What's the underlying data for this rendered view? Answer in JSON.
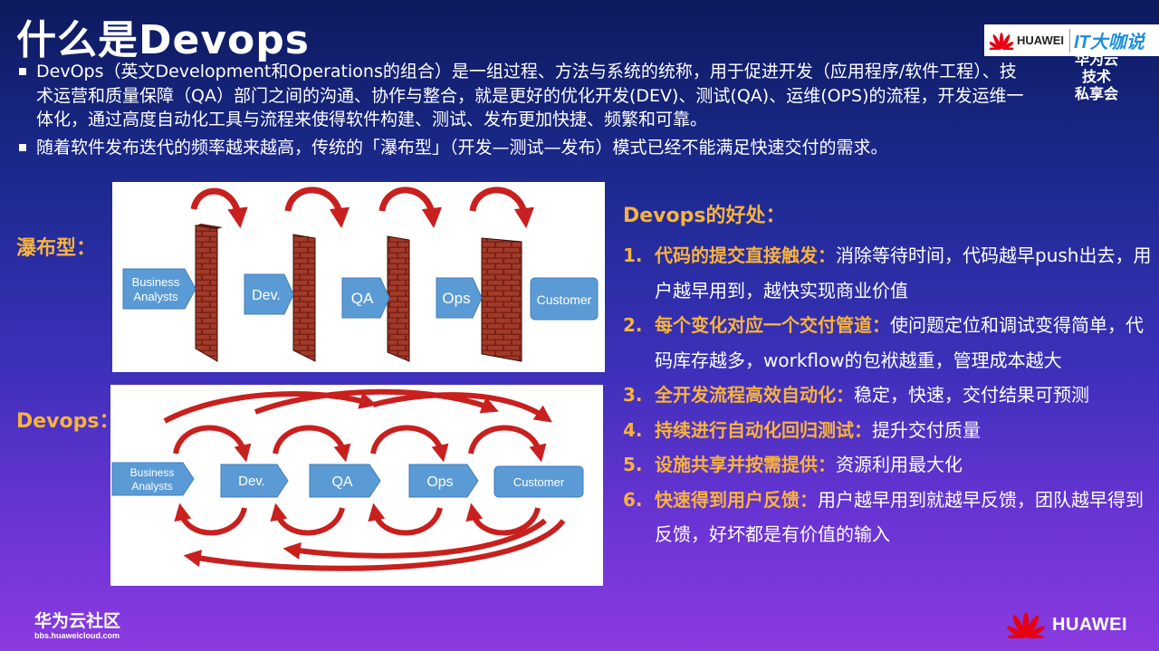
{
  "title": "什么是Devops",
  "logo": {
    "brand": "HUAWEI",
    "it_text": "IT大咖说"
  },
  "badge": {
    "line1": "华为云",
    "line2": "技术",
    "line3": "私享会"
  },
  "bullets": [
    "DevOps（英文Development和Operations的组合）是一组过程、方法与系统的统称，用于促进开发（应用程序/软件工程）、技术运营和质量保障（QA）部门之间的沟通、协作与整合，就是更好的优化开发(DEV)、测试(QA)、运维(OPS)的流程，开发运维一体化，通过高度自动化工具与流程来使得软件构建、测试、发布更加快捷、频繁和可靠。",
    "随着软件发布迭代的频率越来越高，传统的「瀑布型」（开发—测试—发布）模式已经不能满足快速交付的需求。"
  ],
  "waterfall": {
    "label": "瀑布型：",
    "stages": [
      {
        "line1": "Business",
        "line2": "Analysts"
      },
      {
        "line1": "Dev.",
        "line2": ""
      },
      {
        "line1": "QA",
        "line2": ""
      },
      {
        "line1": "Ops",
        "line2": ""
      },
      {
        "line1": "Customer",
        "line2": ""
      }
    ]
  },
  "devops": {
    "label": "Devops：",
    "stages": [
      {
        "line1": "Business",
        "line2": "Analysts"
      },
      {
        "line1": "Dev.",
        "line2": ""
      },
      {
        "line1": "QA",
        "line2": ""
      },
      {
        "line1": "Ops",
        "line2": ""
      },
      {
        "line1": "Customer",
        "line2": ""
      }
    ]
  },
  "benefits": {
    "title": "Devops的好处：",
    "items": [
      {
        "num": "1.",
        "head": "代码的提交直接触发：",
        "text": "消除等待时间，代码越早push出去，用户越早用到，越快实现商业价值"
      },
      {
        "num": "2.",
        "head": "每个变化对应一个交付管道：",
        "text": "使问题定位和调试变得简单，代码库存越多，workflow的包袱越重，管理成本越大"
      },
      {
        "num": "3.",
        "head": "全开发流程高效自动化：",
        "text": "稳定，快速，交付结果可预测"
      },
      {
        "num": "4.",
        "head": "持续进行自动化回归测试：",
        "text": "提升交付质量"
      },
      {
        "num": "5.",
        "head": "设施共享并按需提供：",
        "text": "资源利用最大化"
      },
      {
        "num": "6.",
        "head": "快速得到用户反馈：",
        "text": "用户越早用到就越早反馈，团队越早得到反馈，好坏都是有价值的输入"
      }
    ]
  },
  "footer": {
    "community": "华为云社区",
    "url": "bbs.huaweicloud.com",
    "brand": "HUAWEI"
  },
  "colors": {
    "accent": "#f8b33c",
    "arrow_red": "#c8201e",
    "stage_blue": "#5b9bd5",
    "brick": "#8e2f22"
  }
}
